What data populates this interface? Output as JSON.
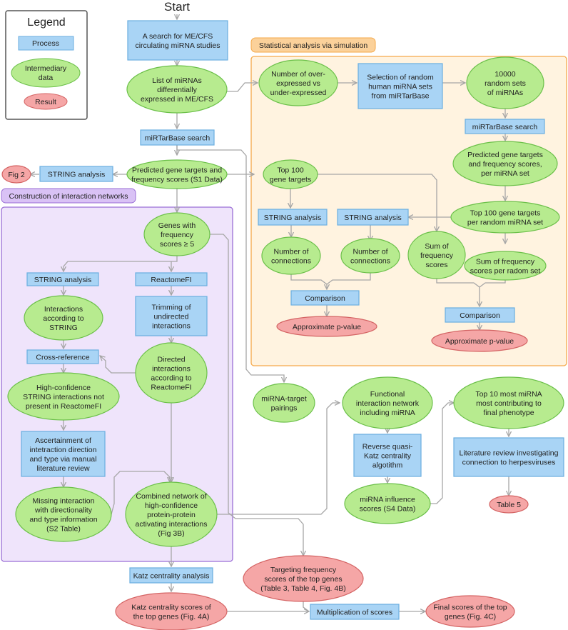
{
  "title": "Start",
  "colors": {
    "process_fill": "#a9d4f5",
    "process_stroke": "#6aaee0",
    "intermediary_fill": "#b7eb8f",
    "intermediary_stroke": "#6cc04a",
    "result_fill": "#f5a6a6",
    "result_stroke": "#d46464",
    "simulation_fill": "#fff3e0",
    "simulation_stroke": "#f5a94a",
    "simulation_label_fill": "#fbd19a",
    "network_fill": "#efe4fb",
    "network_stroke": "#9b6fd6",
    "network_label_fill": "#d9c2f5",
    "arrow": "#a6a6a6"
  },
  "legend": {
    "title": "Legend",
    "process": "Process",
    "intermediary": [
      "Intermediary",
      "data"
    ],
    "result": "Result"
  },
  "groups": {
    "simulation": "Statistical analysis via simulation",
    "networks": "Construction of interaction networks"
  },
  "nodes": {
    "search": [
      "A search for ME/CFS",
      "circulating miRNA studies"
    ],
    "mirna_list": [
      "List of miRNAs",
      "differentially",
      "expressed in ME/CFS"
    ],
    "mirtarbase": [
      "miRTarBase search"
    ],
    "predicted": [
      "Predicted gene targets and",
      "frequency scores (S1 Data)"
    ],
    "string_main": [
      "STRING analysis"
    ],
    "fig2": [
      "Fig 2"
    ],
    "over_under": [
      "Number of over-",
      "expressed vs",
      "under-expressed"
    ],
    "random_sel": [
      "Selection of random",
      "human miRNA sets",
      "from miRTarBase"
    ],
    "random_sets": [
      "10000",
      "random sets",
      "of miRNAs"
    ],
    "mirtarbase_sim": [
      "miRTarBase search"
    ],
    "pred_per_set": [
      "Predicted gene targets",
      "and frequency scores,",
      "per miRNA set"
    ],
    "top100": [
      "Top 100",
      "gene targets"
    ],
    "top100_random": [
      "Top 100 gene targets",
      "per random miRNA set"
    ],
    "string_sim1": [
      "STRING analysis"
    ],
    "string_sim2": [
      "STRING analysis"
    ],
    "connections1": [
      "Number of",
      "connections"
    ],
    "connections2": [
      "Number of",
      "connections"
    ],
    "sum_freq": [
      "Sum of",
      "frequency",
      "scores"
    ],
    "sum_freq_random": [
      "Sum of frequency",
      "scores per radom set"
    ],
    "comparison1": [
      "Comparison"
    ],
    "comparison2": [
      "Comparison"
    ],
    "pvalue1": [
      "Approximate p-value"
    ],
    "pvalue2": [
      "Approximate p-value"
    ],
    "genes5": [
      "Genes with",
      "frequency",
      "scores ≥ 5"
    ],
    "string_net": [
      "STRING analysis"
    ],
    "reactome": [
      "ReactomeFI"
    ],
    "interactions_string": [
      "Interactions",
      "according to",
      "STRING"
    ],
    "trimming": [
      "Trimming of",
      "undirected",
      "interactions"
    ],
    "crossref": [
      "Cross-reference"
    ],
    "directed": [
      "Directed",
      "interactions",
      "according to",
      "ReactomeFI"
    ],
    "highconf": [
      "High-confidence",
      "STRING interactions not",
      "present in ReactomeFI"
    ],
    "ascertain": [
      "Ascertainment of",
      "intetraction direction",
      "and type via manual",
      "literature review"
    ],
    "missing": [
      "Missing interaction",
      "with directionality",
      "and type information",
      "(S2 Table)"
    ],
    "combined": [
      "Combined network of",
      "high-confidence",
      "protein-protein",
      "activating interactions",
      "(Fig 3B)"
    ],
    "mirna_pairs": [
      "miRNA-target",
      "pairings"
    ],
    "functional": [
      "Functional",
      "interaction network",
      "including miRNA"
    ],
    "reverse_katz": [
      "Reverse quasi-",
      "Katz centrality",
      "algotithm"
    ],
    "influence": [
      "miRNA influence",
      "scores (S4 Data)"
    ],
    "top10": [
      "Top 10 most miRNA",
      "most contributing to",
      "final phenotype"
    ],
    "literature": [
      "Literature review investigating",
      "connection to herpesviruses"
    ],
    "table5": [
      "Table 5"
    ],
    "targeting_freq": [
      "Targeting frequency",
      "scores of the top genes",
      "(Table 3, Table 4, Fig. 4B)"
    ],
    "katz_analysis": [
      "Katz centrality analysis"
    ],
    "katz_scores": [
      "Katz centrality scores of",
      "the top genes (Fig. 4A)"
    ],
    "multiplication": [
      "Multiplication of scores"
    ],
    "final_scores": [
      "Final scores of the top",
      "genes (Fig. 4C)"
    ]
  }
}
